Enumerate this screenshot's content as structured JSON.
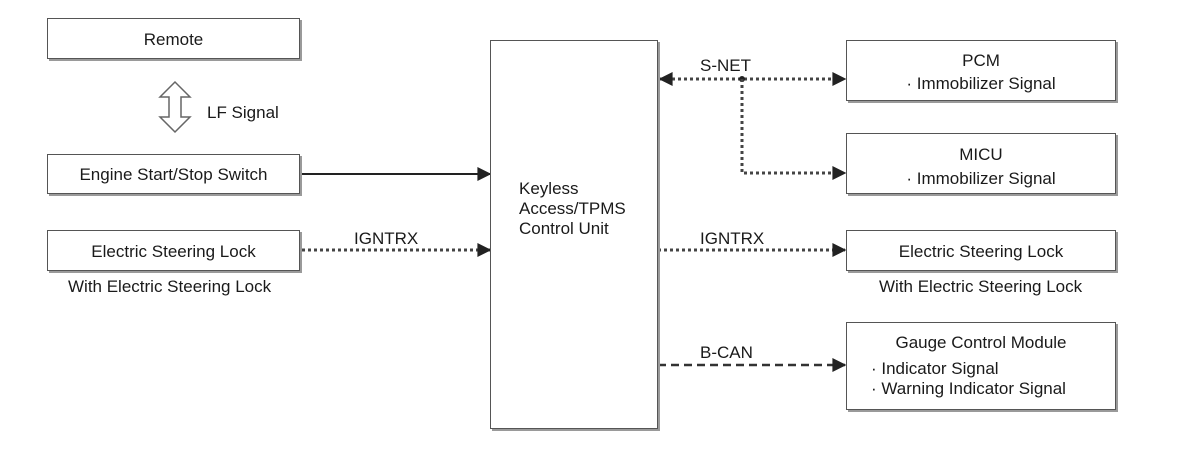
{
  "remote": {
    "label": "Remote"
  },
  "lf_signal": {
    "label": "LF Signal"
  },
  "engine_switch": {
    "label": "Engine Start/Stop Switch"
  },
  "steering_lock_left": {
    "label": "Electric Steering Lock",
    "caption": "With Electric Steering Lock"
  },
  "ignt_left": {
    "label": "IGNTRX"
  },
  "control_unit": {
    "line1": "Keyless",
    "line2": "Access/TPMS",
    "line3": "Control Unit"
  },
  "snet": {
    "label": "S-NET"
  },
  "pcm": {
    "title": "PCM",
    "signal": "· Immobilizer Signal"
  },
  "micu": {
    "title": "MICU",
    "signal": "· Immobilizer Signal"
  },
  "ignt_right": {
    "label": "IGNTRX"
  },
  "steering_lock_right": {
    "label": "Electric Steering Lock",
    "caption": "With Electric Steering Lock"
  },
  "bcan": {
    "label": "B-CAN"
  },
  "gauge": {
    "title": "Gauge Control Module",
    "signal1": "· Indicator Signal",
    "signal2": "· Warning Indicator Signal"
  }
}
